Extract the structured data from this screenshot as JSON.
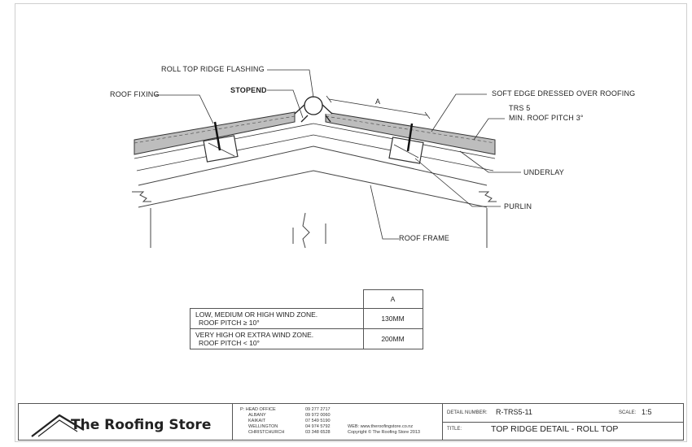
{
  "labels": {
    "roll_top_ridge_flashing": "ROLL TOP RIDGE FLASHING",
    "roof_fixing": "ROOF FIXING",
    "stopend": "STOPEND",
    "dim_a": "A",
    "soft_edge": "SOFT EDGE DRESSED OVER ROOFING",
    "trs5": "TRS 5",
    "min_pitch": "MIN. ROOF PITCH 3°",
    "underlay": "UNDERLAY",
    "purlin": "PURLIN",
    "roof_frame": "ROOF FRAME"
  },
  "wind_table": {
    "header": "A",
    "rows": [
      {
        "line1": "LOW, MEDIUM OR HIGH WIND ZONE.",
        "line2": "ROOF PITCH ≥ 10°",
        "value": "130MM"
      },
      {
        "line1": "VERY HIGH OR EXTRA WIND ZONE.",
        "line2": "ROOF PITCH < 10°",
        "value": "200MM"
      }
    ]
  },
  "title_block": {
    "brand": "The Roofing Store",
    "offices": [
      {
        "name": "P: HEAD OFFICE",
        "phone": "09 277 2717"
      },
      {
        "name": "ALBANY",
        "phone": "09 972 0060"
      },
      {
        "name": "KAIKAIT",
        "phone": "07 549 5190"
      },
      {
        "name": "WELLINGTON",
        "phone": "04 974 5792"
      },
      {
        "name": "CHRISTCHURCH",
        "phone": "03 348 6528"
      }
    ],
    "web": "WEB: www.theroofingstore.co.nz",
    "copyright": "Copyright © The Roofing Store 2013",
    "detail_number_label": "DETAIL NUMBER:",
    "detail_number": "R-TRS5-11",
    "scale_label": "SCALE:",
    "scale": "1:5",
    "title_label": "TITLE:",
    "title": "TOP RIDGE DETAIL - ROLL TOP"
  }
}
